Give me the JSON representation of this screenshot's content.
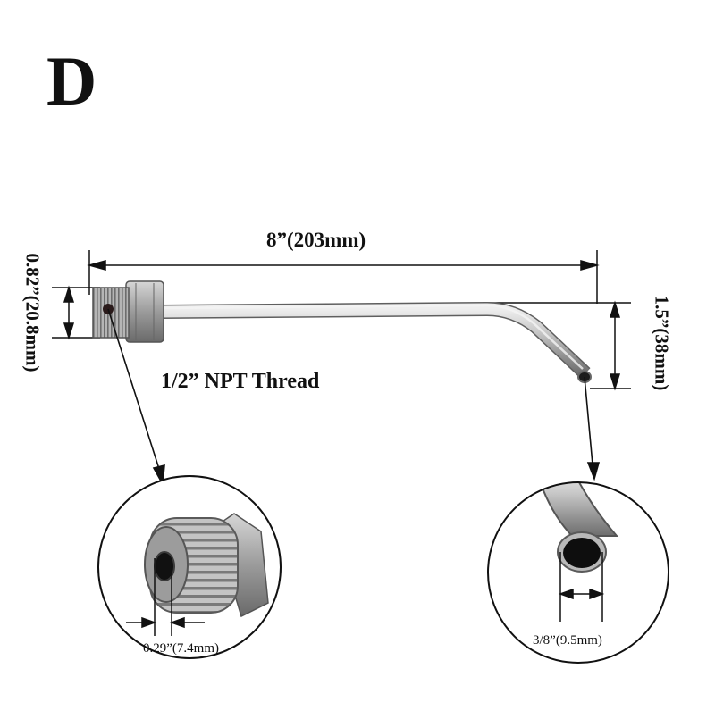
{
  "variant_label": "D",
  "dimensions": {
    "length": "8”(203mm)",
    "thread_outer_diameter": "0.82”(20.8mm)",
    "bend_drop": "1.5”(38mm)",
    "thread_inner_diameter": "0.29”(7.4mm)",
    "tube_outer_diameter": "3/8”(9.5mm)"
  },
  "thread_type": "1/2” NPT Thread",
  "colors": {
    "line": "#111111",
    "steel_light": "#d9d9d9",
    "steel_mid": "#a8a8a8",
    "steel_dark": "#6e6e6e"
  }
}
